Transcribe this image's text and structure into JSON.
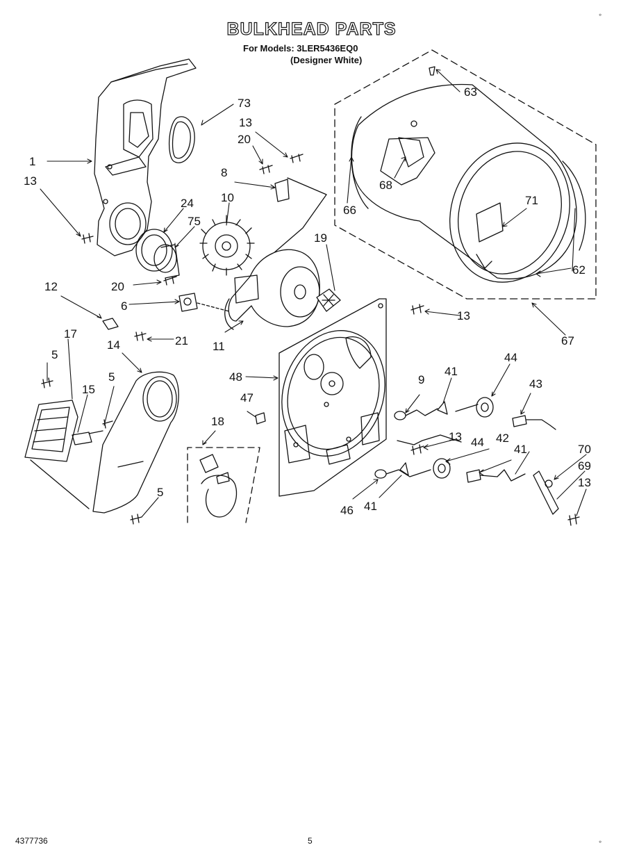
{
  "header": {
    "title": "BULKHEAD PARTS",
    "models_line": "For Models: 3LER5436EQ0",
    "variant_line": "(Designer White)"
  },
  "callouts": {
    "c73": "73",
    "c13a": "13",
    "c20a": "20",
    "c1": "1",
    "c8": "8",
    "c13b": "13",
    "c24": "24",
    "c10": "10",
    "c75": "75",
    "c19": "19",
    "c12": "12",
    "c20b": "20",
    "c6": "6",
    "c21": "21",
    "c11": "11",
    "c63": "63",
    "c68": "68",
    "c66": "66",
    "c71": "71",
    "c62": "62",
    "c67": "67",
    "c13c": "13",
    "c17": "17",
    "c14": "14",
    "c5a": "5",
    "c5b": "5",
    "c15": "15",
    "c48": "48",
    "c9": "9",
    "c41a": "41",
    "c44a": "44",
    "c43": "43",
    "c47": "47",
    "c18": "18",
    "c13d": "13",
    "c44b": "44",
    "c42": "42",
    "c41b": "41",
    "c70": "70",
    "c69": "69",
    "c13e": "13",
    "c46": "46",
    "c41c": "41",
    "c5c": "5"
  },
  "footer": {
    "doc_number": "4377736",
    "page": "5"
  }
}
